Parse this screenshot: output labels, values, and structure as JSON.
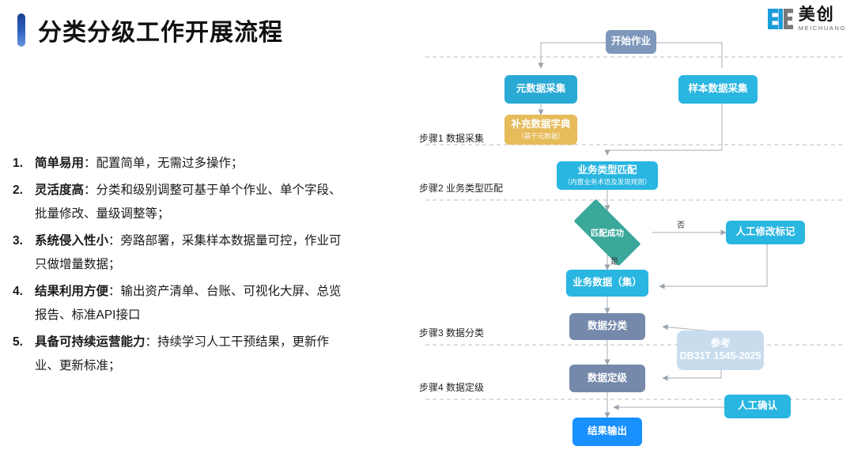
{
  "header": {
    "title": "分类分级工作开展流程",
    "accent_color": "#2f62c4"
  },
  "logo": {
    "cn": "美创",
    "en": "MEICHUANG",
    "mark_colors": [
      "#1a9ddb",
      "#7a7a7a"
    ]
  },
  "bullets": [
    {
      "num": "1.",
      "lead": "简单易用",
      "rest": "：配置简单，无需过多操作；"
    },
    {
      "num": "2.",
      "lead": "灵活度高",
      "rest": "：分类和级别调整可基于单个作业、单个字段、批量修改、量级调整等；"
    },
    {
      "num": "3.",
      "lead": "系统侵入性小",
      "rest": "：旁路部署，采集样本数据量可控，作业可只做增量数据；"
    },
    {
      "num": "4.",
      "lead": "结果利用方便",
      "rest": "：输出资产清单、台账、可视化大屏、总览报告、标准API接口"
    },
    {
      "num": "5.",
      "lead": "具备可持续运营能力",
      "rest": "：持续学习人工干预结果，更新作业、更新标准；"
    }
  ],
  "flow": {
    "nodes": {
      "start": {
        "label": "开始作业",
        "color": "#7e97bb"
      },
      "meta_collect": {
        "label": "元数据采集",
        "color": "#2aa9d4"
      },
      "sample_collect": {
        "label": "样本数据采集",
        "color": "#29b6e0"
      },
      "dict": {
        "label": "补充数据字典",
        "sub": "（基于元数据）",
        "color": "#e6bb5a"
      },
      "biz_match": {
        "label": "业务类型匹配",
        "sub": "（内置业务术语及发现规则）",
        "color": "#29b6e0"
      },
      "decision": {
        "label": "匹配成功",
        "color": "#3aa89b"
      },
      "manual_mark": {
        "label": "人工修改标记",
        "color": "#1aa7dd"
      },
      "biz_data": {
        "label": "业务数据（集）",
        "color": "#29b6e0"
      },
      "classify": {
        "label": "数据分类",
        "color": "#7589ab"
      },
      "grade": {
        "label": "数据定级",
        "color": "#7589ab"
      },
      "reference": {
        "label": "参考",
        "sub": "DB31T 1545-2025",
        "color": "#c8dcee"
      },
      "manual_confirm": {
        "label": "人工确认",
        "color": "#1aa7dd"
      },
      "result": {
        "label": "结果输出",
        "color": "#1890ff"
      }
    },
    "edge_labels": {
      "no": "否",
      "yes": "是"
    },
    "steps": [
      {
        "label": "步骤1 数据采集"
      },
      {
        "label": "步骤2 业务类型匹配"
      },
      {
        "label": "步骤3 数据分类"
      },
      {
        "label": "步骤4  数据定级"
      }
    ]
  }
}
